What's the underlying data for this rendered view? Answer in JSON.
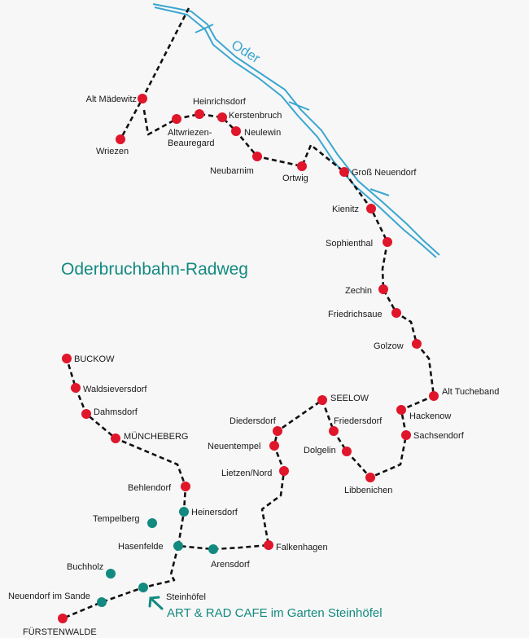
{
  "map": {
    "title": "Oderbruchbahn-Radweg",
    "river": "Oder",
    "cafe": "ART & RAD CAFE  im Garten Steinhöfel",
    "colors": {
      "route_stop": "#e0162b",
      "other_stop": "#138a80",
      "river": "#3aa6d0",
      "title": "#138a80"
    },
    "places": {
      "alt_maedewitz": "Alt Mädewitz",
      "wriezen": "Wriezen",
      "altwriezen_1": "Altwriezen-",
      "altwriezen_2": "Beauregard",
      "heinrichsdorf": "Heinrichsdorf",
      "kerstenbruch": "Kerstenbruch",
      "neulewin": "Neulewin",
      "neubarnim": "Neubarnim",
      "ortwig": "Ortwig",
      "gross_neuendorf": "Groß Neuendorf",
      "kienitz": "Kienitz",
      "sophienthal": "Sophienthal",
      "zechin": "Zechin",
      "friedrichsaue": "Friedrichsaue",
      "golzow": "Golzow",
      "alt_tucheband": "Alt Tucheband",
      "hackenow": "Hackenow",
      "sachsendorf": "Sachsendorf",
      "libbenichen": "Libbenichen",
      "dolgelin": "Dolgelin",
      "friedersdorf": "Friedersdorf",
      "seelow": "SEELOW",
      "diedersdorf": "Diedersdorf",
      "neuentempel": "Neuentempel",
      "lietzen_nord": "Lietzen/Nord",
      "falkenhagen": "Falkenhagen",
      "arensdorf": "Arensdorf",
      "hasenfelde": "Hasenfelde",
      "heinersdorf": "Heinersdorf",
      "tempelberg": "Tempelberg",
      "behlendorf": "Behlendorf",
      "muencheberg": "MÜNCHEBERG",
      "dahmsdorf": "Dahmsdorf",
      "waldsieversdorf": "Waldsieversdorf",
      "buckow": "BUCKOW",
      "buchholz": "Buchholz",
      "steinhoefel": "Steinhöfel",
      "neuendorf_im_sande": "Neuendorf im Sande",
      "fuerstenwalde": "FÜRSTENWALDE"
    }
  }
}
